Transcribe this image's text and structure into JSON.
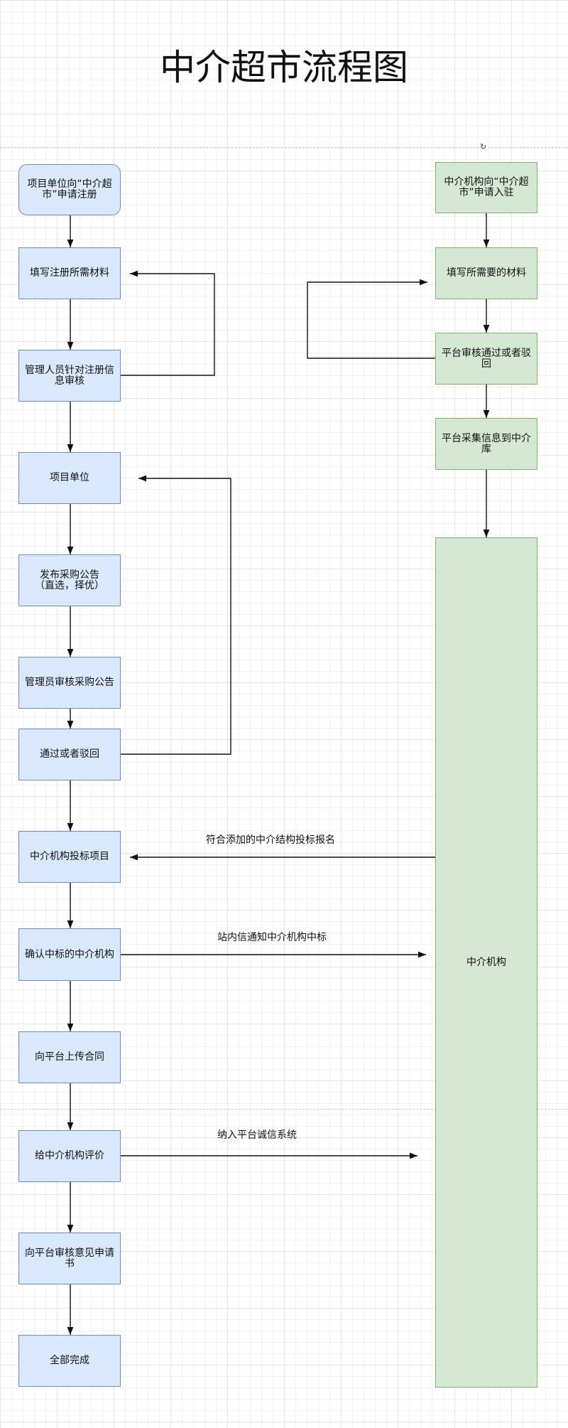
{
  "title": "中介超市流程图",
  "left_flow": {
    "start": "项目单位向“中介超市”申请注册",
    "fill_materials": "填写注册所需材料",
    "admin_review": "管理人员针对注册信息审核",
    "project_unit": "项目单位",
    "publish": "发布采购公告\n（直选，择优）",
    "admin_review_notice": "管理员审核采购公告",
    "pass_or_reject": "通过或者驳回",
    "agency_bid": "中介机构投标项目",
    "confirm_winner": "确认中标的中介机构",
    "upload_contract": "向平台上传合同",
    "evaluate": "给中介机构评价",
    "submit_opinion": "向平台审核意见申请书",
    "all_done": "全部完成"
  },
  "right_flow": {
    "agency_apply": "中介机构向“中介超市”申请入驻",
    "fill_required": "填写所需要的材料",
    "platform_review": "平台审核通过或者驳回",
    "collect_info": "平台采集信息到中介库",
    "agency_pool": "中介机构"
  },
  "edge_labels": {
    "eligible_bid": "符合添加的中介结构投标报名",
    "notify_win": "站内信通知中介机构中标",
    "credit_system": "纳入平台诚信系统"
  },
  "colors": {
    "blue_fill": "#dae8fc",
    "blue_stroke": "#6c8ebf",
    "green_fill": "#d5e8d4",
    "green_stroke": "#82b366"
  }
}
